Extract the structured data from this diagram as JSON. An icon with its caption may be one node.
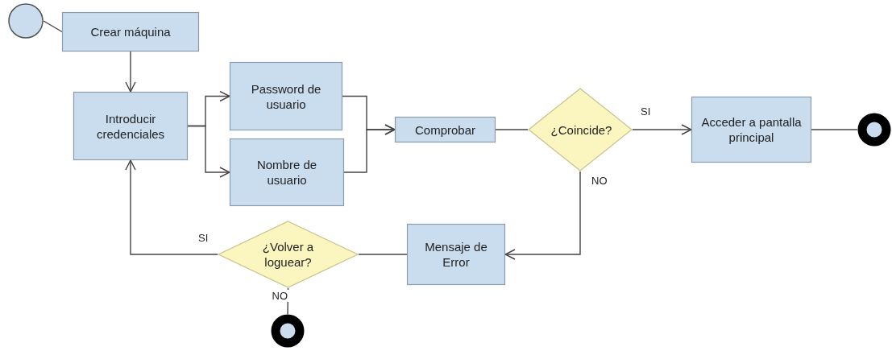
{
  "diagram": {
    "nodes": [
      {
        "text": [],
        "shape": "circle"
      },
      {
        "text": [
          "Crear máquina"
        ]
      },
      {
        "text": [
          "Introducir credenciales"
        ]
      },
      {
        "text": [
          "Password de usuario"
        ]
      },
      {
        "text": [
          "Nombre de usuario"
        ]
      },
      {
        "text": [
          "Comprobar"
        ]
      },
      {
        "text": [
          "¿Coincide?"
        ]
      },
      {
        "text": [
          "Acceder a pantalla principal"
        ]
      },
      {
        "text": [],
        "shape": "ring"
      },
      {
        "text": [
          "Mensaje de Error"
        ]
      },
      {
        "text": [
          "¿Volver a loguear?"
        ]
      },
      {
        "text": [],
        "shape": "ring"
      }
    ],
    "edges": [
      {
        "from": 0,
        "to": 1,
        "arrow": "none"
      },
      {
        "from": 1,
        "to": 2,
        "arrow": "to"
      },
      {
        "from": 2,
        "to": 3,
        "arrow": "to"
      },
      {
        "from": 2,
        "to": 4,
        "arrow": "to"
      },
      {
        "from": 3,
        "to": 5,
        "arrow": "to"
      },
      {
        "from": 4,
        "to": 5,
        "arrow": "to"
      },
      {
        "from": 5,
        "to": 6,
        "arrow": "none"
      },
      {
        "from": 6,
        "to": 7,
        "label": "SI",
        "arrow": "to"
      },
      {
        "from": 7,
        "to": 8,
        "arrow": "none"
      },
      {
        "from": 6,
        "to": 9,
        "label": "NO",
        "arrow": "to"
      },
      {
        "from": 9,
        "to": 10,
        "arrow": "none"
      },
      {
        "from": 10,
        "to": 2,
        "label": "SI",
        "arrow": "to"
      },
      {
        "from": 10,
        "to": 11,
        "label": "NO",
        "arrow": "none"
      }
    ]
  }
}
